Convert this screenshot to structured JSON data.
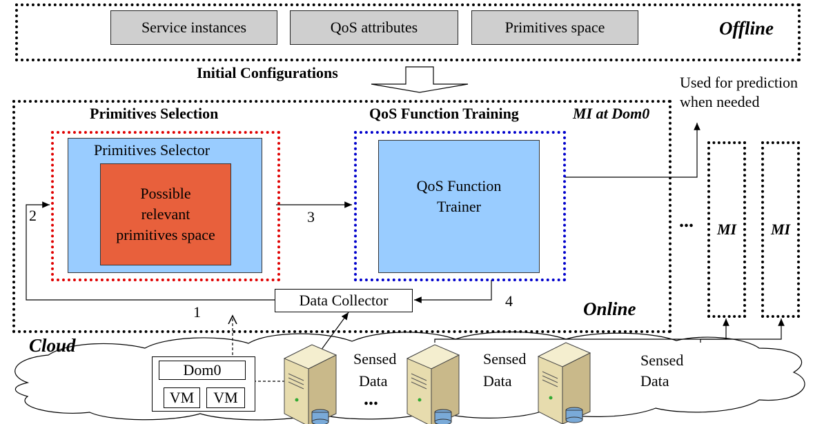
{
  "offline": {
    "label": "Offline",
    "boxes": [
      "Service instances",
      "QoS attributes",
      "Primitives space"
    ]
  },
  "initial_configurations": "Initial Configurations",
  "prediction_note": [
    "Used for prediction",
    "when needed"
  ],
  "online": {
    "label": "Online",
    "mi_label": "MI at Dom0",
    "primitives_selection": {
      "heading": "Primitives Selection",
      "selector_label": "Primitives Selector",
      "space_label": [
        "Possible",
        "relevant",
        "primitives space"
      ]
    },
    "qos_training": {
      "heading": "QoS Function Training",
      "trainer_label": [
        "QoS Function",
        "Trainer"
      ]
    },
    "data_collector": "Data Collector",
    "steps": [
      "1",
      "2",
      "3",
      "4"
    ]
  },
  "mi_boxes": [
    "MI",
    "MI"
  ],
  "ellipsis": "...",
  "cloud": {
    "label": "Cloud",
    "dom0": "Dom0",
    "vms": [
      "VM",
      "VM"
    ],
    "sensed_data": [
      "Sensed",
      "Data"
    ]
  },
  "colors": {
    "red_dotted": "#e00000",
    "blue_dotted": "#0000cc",
    "light_blue": "#99ccff",
    "orange": "#e8603c",
    "gray": "#cfcfcf"
  }
}
